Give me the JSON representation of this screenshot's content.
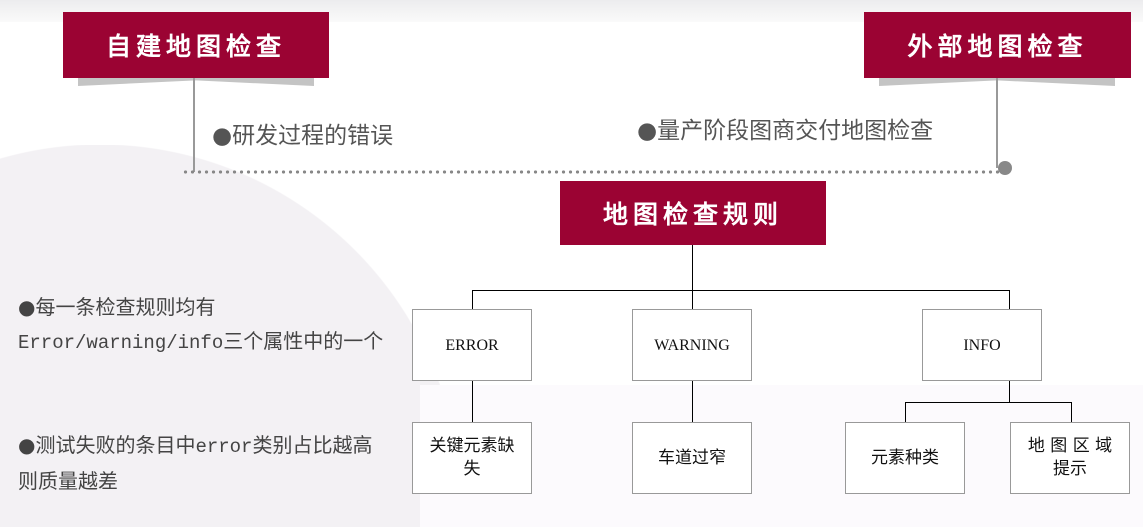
{
  "left_banner": {
    "title": "自建地图检查",
    "note": "●研发过程的错误"
  },
  "right_banner": {
    "title": "外部地图检查",
    "note": "●量产阶段图商交付地图检查"
  },
  "center_banner": {
    "title": "地图检查规则"
  },
  "tree": {
    "level1": [
      "ERROR",
      "WARNING",
      "INFO"
    ],
    "level2": [
      "关键元素缺失",
      "车道过窄",
      "元素种类",
      "地 图 区 域 提示"
    ]
  },
  "bullets": [
    {
      "pre": "●每一条检查规则均有",
      "mono": "Error/warning/info",
      "post": "三个属性中的一个"
    },
    {
      "pre": "●测试失败的条目中",
      "mono": "error",
      "post": "类别占比越高则质量越差"
    }
  ],
  "colors": {
    "accent": "#9b0333"
  }
}
